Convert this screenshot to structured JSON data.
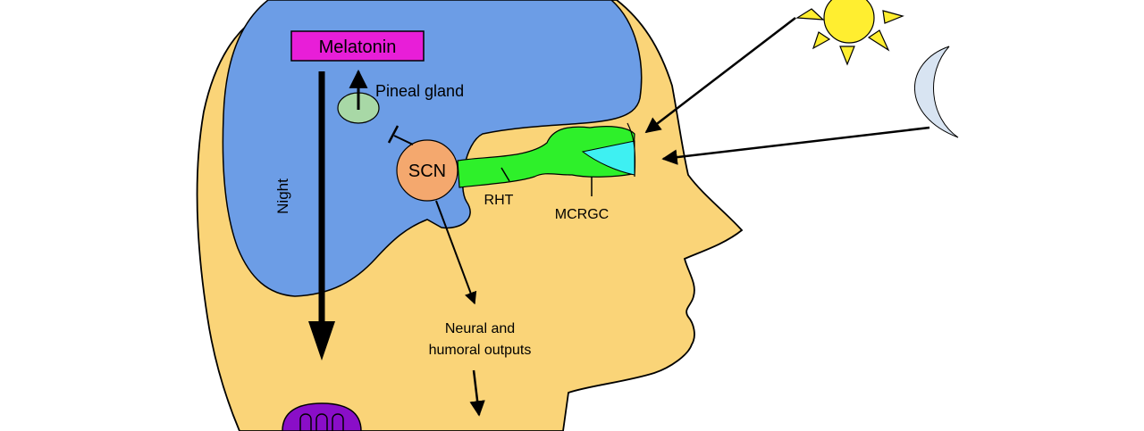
{
  "labels": {
    "melatonin": "Melatonin",
    "pineal_gland": "Pineal gland",
    "night": "Night",
    "scn": "SCN",
    "rht": "RHT",
    "mcrgc": "MCRGC",
    "outputs_line1": "Neural and",
    "outputs_line2": "humoral outputs"
  },
  "icons": {
    "sun": "sun-icon",
    "moon": "crescent-moon-icon"
  },
  "colors": {
    "head_skin": "#fad478",
    "brain": "#6c9de6",
    "melatonin_box": "#e81ed8",
    "pineal_gland": "#a8d8a6",
    "scn": "#f4a86e",
    "optic_tract": "#2ef02a",
    "retina": "#3ef0f2",
    "sun": "#ffee30",
    "moon": "#d8e4f2",
    "organ": "#8a0ec8"
  }
}
